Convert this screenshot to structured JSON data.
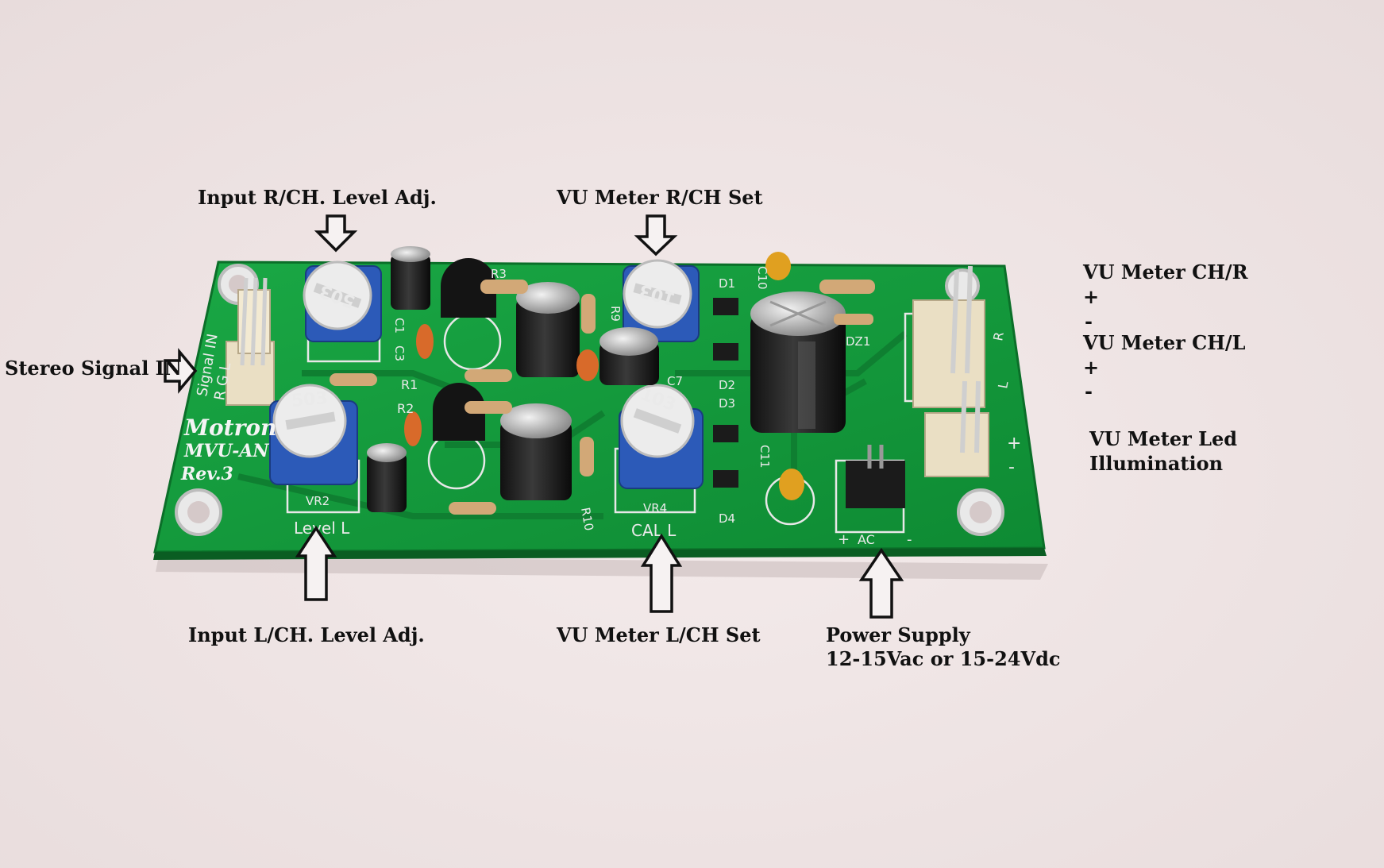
{
  "annotations": {
    "input_r_level": "Input R/CH. Level Adj.",
    "vu_r_set": "VU Meter R/CH Set",
    "stereo_in": "Stereo Signal IN",
    "input_l_level": "Input L/CH. Level Adj.",
    "vu_l_set": "VU Meter L/CH Set",
    "power_supply_title": "Power Supply",
    "power_supply_spec": "12-15Vac or 15-24Vdc",
    "vu_ch_r": "VU Meter CH/R",
    "vu_ch_r_plus": "+",
    "vu_ch_r_minus": "-",
    "vu_ch_l": "VU Meter CH/L",
    "vu_ch_l_plus": "+",
    "vu_ch_l_minus": "-",
    "led_illum_1": "VU Meter Led",
    "led_illum_2": "Illumination"
  },
  "board": {
    "brand": "Motron",
    "model": "MVU-AN",
    "revision": "Rev.3",
    "signal_in_label": "Signal IN",
    "signal_pins": "R G L",
    "level_l_label": "Level L",
    "cal_l_label": "CAL L",
    "trimmer_vr1": "503",
    "trimmer_vr2": "503",
    "trimmer_vr3": "103",
    "trimmer_vr4": "103",
    "ref_vr2": "VR2",
    "ref_vr4": "VR4",
    "ref_r1": "R1",
    "ref_r2": "R2",
    "ref_r3": "R3",
    "ref_r9": "R9",
    "ref_r10": "R10",
    "ref_c1": "C1",
    "ref_c3": "C3",
    "ref_c7": "C7",
    "ref_c10": "C10",
    "ref_c11": "C11",
    "ref_d1": "D1",
    "ref_d2": "D2",
    "ref_d3": "D3",
    "ref_d4": "D4",
    "ref_dz1": "DZ1",
    "out_r": "R",
    "out_l": "L",
    "led_plus": "+",
    "led_minus": "-",
    "ps_plus": "+",
    "ps_ac": "AC",
    "ps_minus": "-"
  },
  "colors": {
    "background": "#efe4e4",
    "pcb": "#149a3a",
    "trimmer_blue": "#2c5ab8"
  }
}
